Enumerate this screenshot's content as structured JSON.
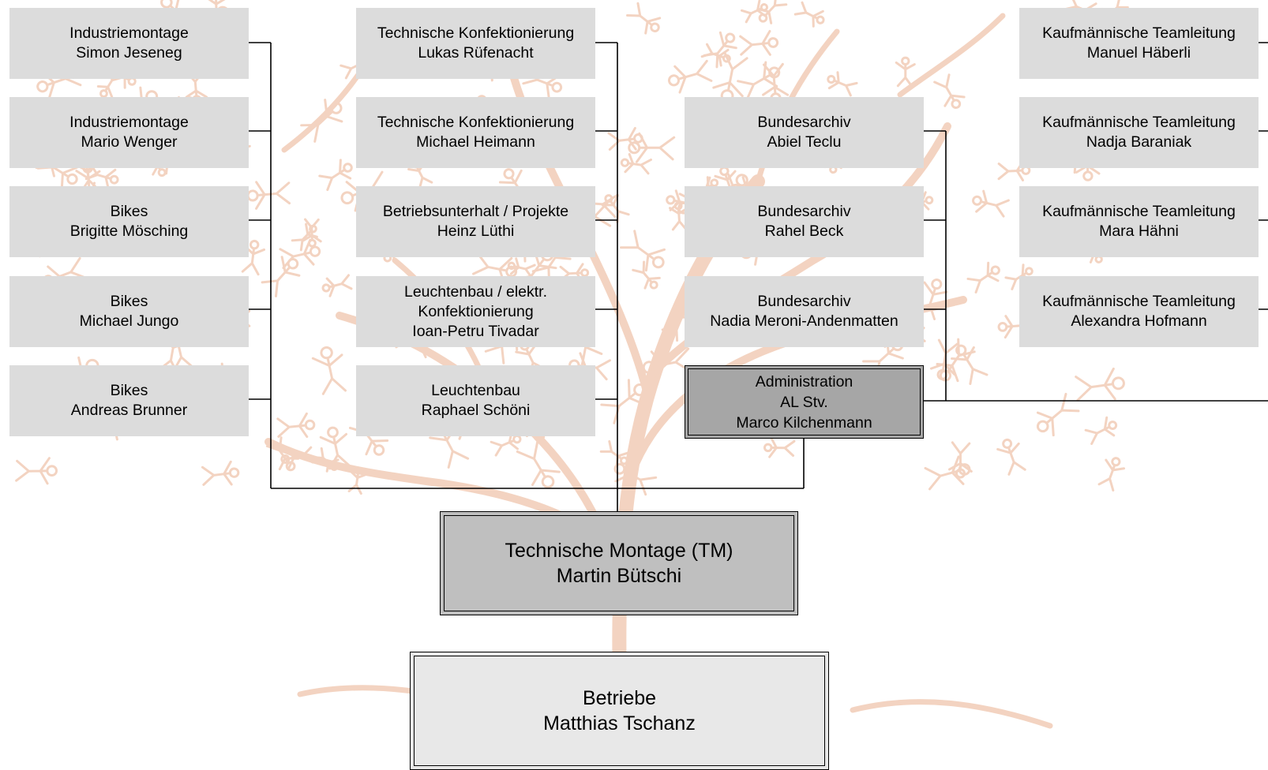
{
  "colors": {
    "box_fill": "#dcdcdc",
    "admin_fill": "#a6a6a6",
    "tm_fill": "#bfbfbf",
    "betriebe_fill": "#e8e8e8",
    "connector": "#000000",
    "background_pattern": "#e9b08e"
  },
  "columns": {
    "left": [
      {
        "dept": "Industriemontage",
        "person": "Simon Jeseneg"
      },
      {
        "dept": "Industriemontage",
        "person": "Mario Wenger"
      },
      {
        "dept": "Bikes",
        "person": "Brigitte Mösching"
      },
      {
        "dept": "Bikes",
        "person": "Michael Jungo"
      },
      {
        "dept": "Bikes",
        "person": "Andreas Brunner"
      }
    ],
    "center": [
      {
        "dept": "Technische Konfektionierung",
        "person": "Lukas Rüfenacht"
      },
      {
        "dept": "Technische Konfektionierung",
        "person": "Michael Heimann"
      },
      {
        "dept": "Betriebsunterhalt / Projekte",
        "person": "Heinz Lüthi"
      },
      {
        "dept": "Leuchtenbau / elektr.",
        "dept2": "Konfektionierung",
        "person": "Ioan-Petru Tivadar"
      },
      {
        "dept": "Leuchtenbau",
        "person": "Raphael Schöni"
      }
    ],
    "archive": [
      {
        "dept": "Bundesarchiv",
        "person": "Abiel Teclu"
      },
      {
        "dept": "Bundesarchiv",
        "person": "Rahel Beck"
      },
      {
        "dept": "Bundesarchiv",
        "person": "Nadia Meroni-Andenmatten"
      }
    ],
    "right": [
      {
        "dept": "Kaufmännische Teamleitung",
        "person": "Manuel Häberli"
      },
      {
        "dept": "Kaufmännische Teamleitung",
        "person": "Nadja Baraniak"
      },
      {
        "dept": "Kaufmännische Teamleitung",
        "person": "Mara Hähni"
      },
      {
        "dept": "Kaufmännische Teamleitung",
        "person": "Alexandra Hofmann"
      }
    ]
  },
  "administration": {
    "line1": "Administration",
    "line2": "AL Stv.",
    "line3": "Marco Kilchenmann"
  },
  "technische_montage": {
    "line1": "Technische Montage (TM)",
    "line2": "Martin Bütschi"
  },
  "betriebe": {
    "line1": "Betriebe",
    "line2": "Matthias Tschanz"
  }
}
